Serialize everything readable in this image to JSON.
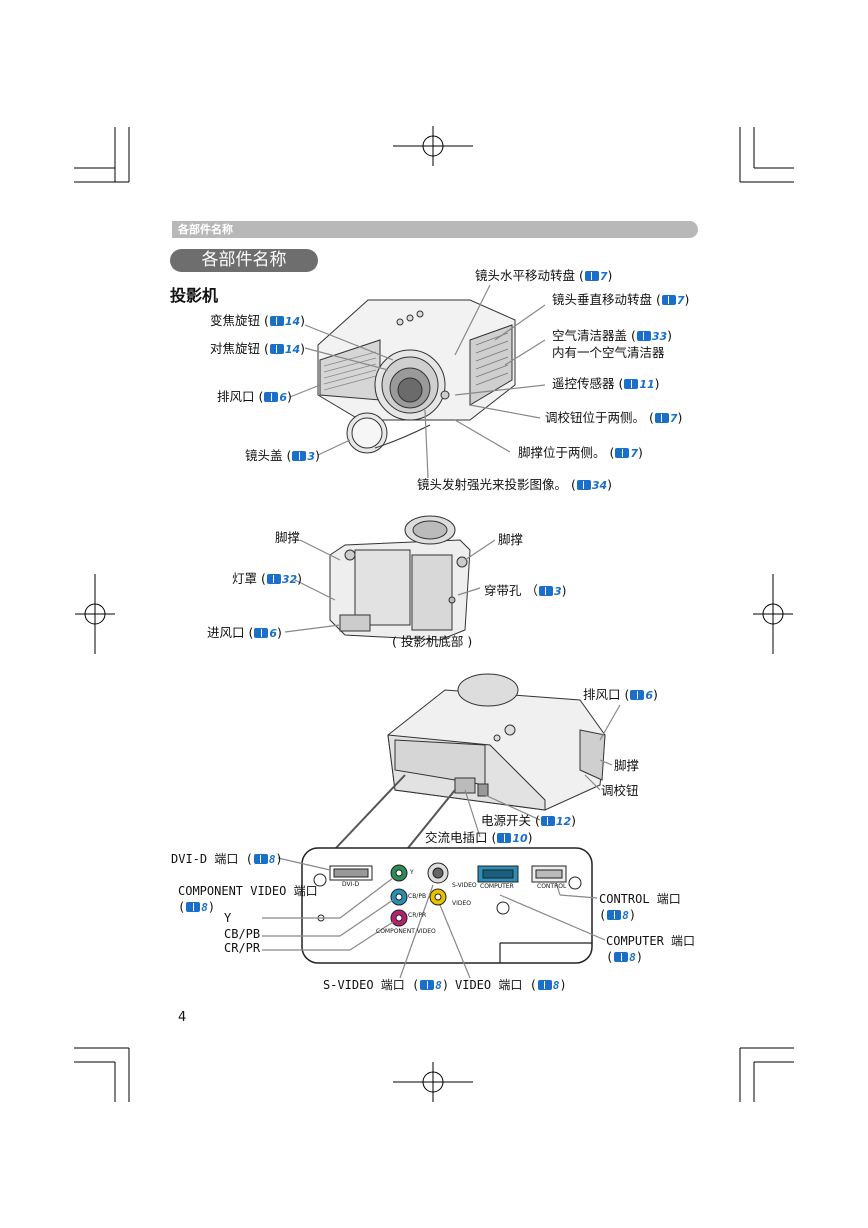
{
  "header": {
    "section": "各部件名称"
  },
  "title": "各部件名称",
  "subtitle": "投影机",
  "page_number": "4",
  "top_view": {
    "horizontal_shift": {
      "text": "镜头水平移动转盘 (",
      "ref": "7",
      "close": ")"
    },
    "vertical_shift": {
      "text": "镜头垂直移动转盘 (",
      "ref": "7",
      "close": ")"
    },
    "zoom_ring": {
      "text": "变焦旋钮 (",
      "ref": "14",
      "close": ")"
    },
    "focus_ring": {
      "text": "对焦旋钮 (",
      "ref": "14",
      "close": ")"
    },
    "filter_cover": {
      "text": "空气清洁器盖 (",
      "ref": "33",
      "close": ")"
    },
    "filter_inside": "内有一个空气清洁器",
    "exhaust": {
      "text": "排风口 (",
      "ref": "6",
      "close": ")"
    },
    "remote_sensor": {
      "text": "遥控传感器 (",
      "ref": "11",
      "close": ")"
    },
    "adjuster_sides": {
      "text": "调校钮位于两侧。 (",
      "ref": "7",
      "close": ")"
    },
    "lens_cap": {
      "text": "镜头盖 (",
      "ref": "3",
      "close": ")"
    },
    "feet_sides": {
      "text": "脚撑位于两侧。 (",
      "ref": "7",
      "close": ")"
    },
    "lens_light": {
      "text": "镜头发射强光来投影图像。 (",
      "ref": "34",
      "close": ")"
    }
  },
  "bottom_view": {
    "foot_left": "脚撑",
    "foot_right": "脚撑",
    "lamp_cover": {
      "text": "灯罩 (",
      "ref": "32",
      "close": ")"
    },
    "strap_hole": {
      "text": "穿带孔 （",
      "ref": "3",
      "close": ")"
    },
    "intake": {
      "text": "进风口 (",
      "ref": "6",
      "close": ")"
    },
    "caption": "( 投影机底部 )"
  },
  "rear_view": {
    "exhaust": {
      "text": "排风口 (",
      "ref": "6",
      "close": ")"
    },
    "foot": "脚撑",
    "adjuster": "调校钮",
    "power_switch": {
      "text": "电源开关 (",
      "ref": "12",
      "close": ")"
    },
    "ac_inlet": {
      "text": "交流电插口 (",
      "ref": "10",
      "close": ")"
    }
  },
  "ports": {
    "dvi": {
      "text": "DVI-D 端口 (",
      "ref": "8",
      "close": ")"
    },
    "component": {
      "text": "COMPONENT VIDEO 端口",
      "ref": "8"
    },
    "y": "Y",
    "cb": "CB/PB",
    "cr": "CR/PR",
    "control": {
      "text": "CONTROL 端口",
      "ref": "8"
    },
    "computer": {
      "text": "COMPUTER 端口",
      "ref": "8"
    },
    "svideo": {
      "text": "S-VIDEO 端口 (",
      "ref": "8",
      "close": ")"
    },
    "video": {
      "text": "VIDEO 端口 (",
      "ref": "8",
      "close": ")"
    },
    "panel": {
      "dvi_label": "DVI-D",
      "y_label": "Y",
      "cb_label": "CB/PB",
      "cr_label": "CR/PR",
      "component_label": "COMPONENT VIDEO",
      "svideo_label": "S-VIDEO",
      "video_label": "VIDEO",
      "computer_label": "COMPUTER",
      "control_label": "CONTROL"
    }
  }
}
